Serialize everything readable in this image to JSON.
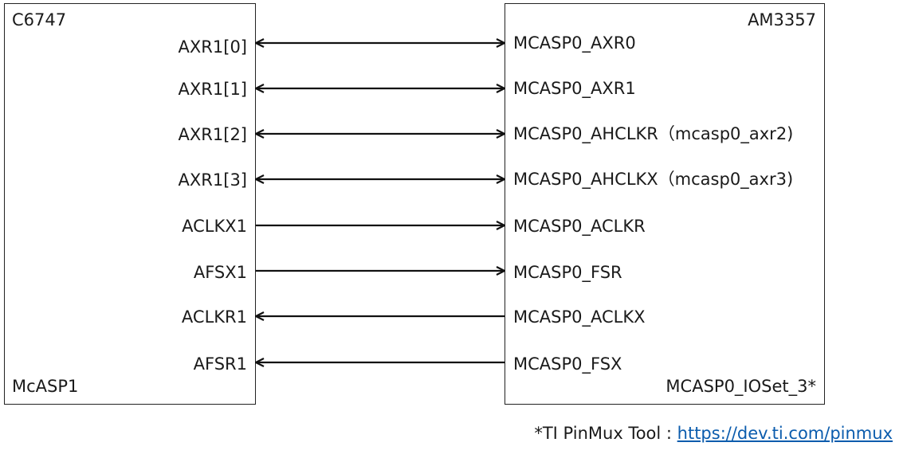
{
  "left_chip": {
    "name": "C6747",
    "peripheral": "McASP1",
    "pins": [
      "AXR1[0]",
      "AXR1[1]",
      "AXR1[2]",
      "AXR1[3]",
      "ACLKX1",
      "AFSX1",
      "ACLKR1",
      "AFSR1"
    ]
  },
  "right_chip": {
    "name": "AM3357",
    "peripheral": "MCASP0_IOSet_3*",
    "pins": [
      "MCASP0_AXR0",
      "MCASP0_AXR1",
      "MCASP0_AHCLKR（mcasp0_axr2)",
      "MCASP0_AHCLKX（mcasp0_axr3)",
      "MCASP0_ACLKR",
      "MCASP0_FSR",
      "MCASP0_ACLKX",
      "MCASP0_FSX"
    ]
  },
  "connections": [
    "both",
    "both",
    "both",
    "both",
    "right",
    "right",
    "left",
    "left"
  ],
  "footnote": {
    "prefix": "*TI PinMux Tool : ",
    "link_text": "https://dev.ti.com/pinmux"
  },
  "colors": {
    "line": "#111111",
    "link": "#0b5cad"
  }
}
